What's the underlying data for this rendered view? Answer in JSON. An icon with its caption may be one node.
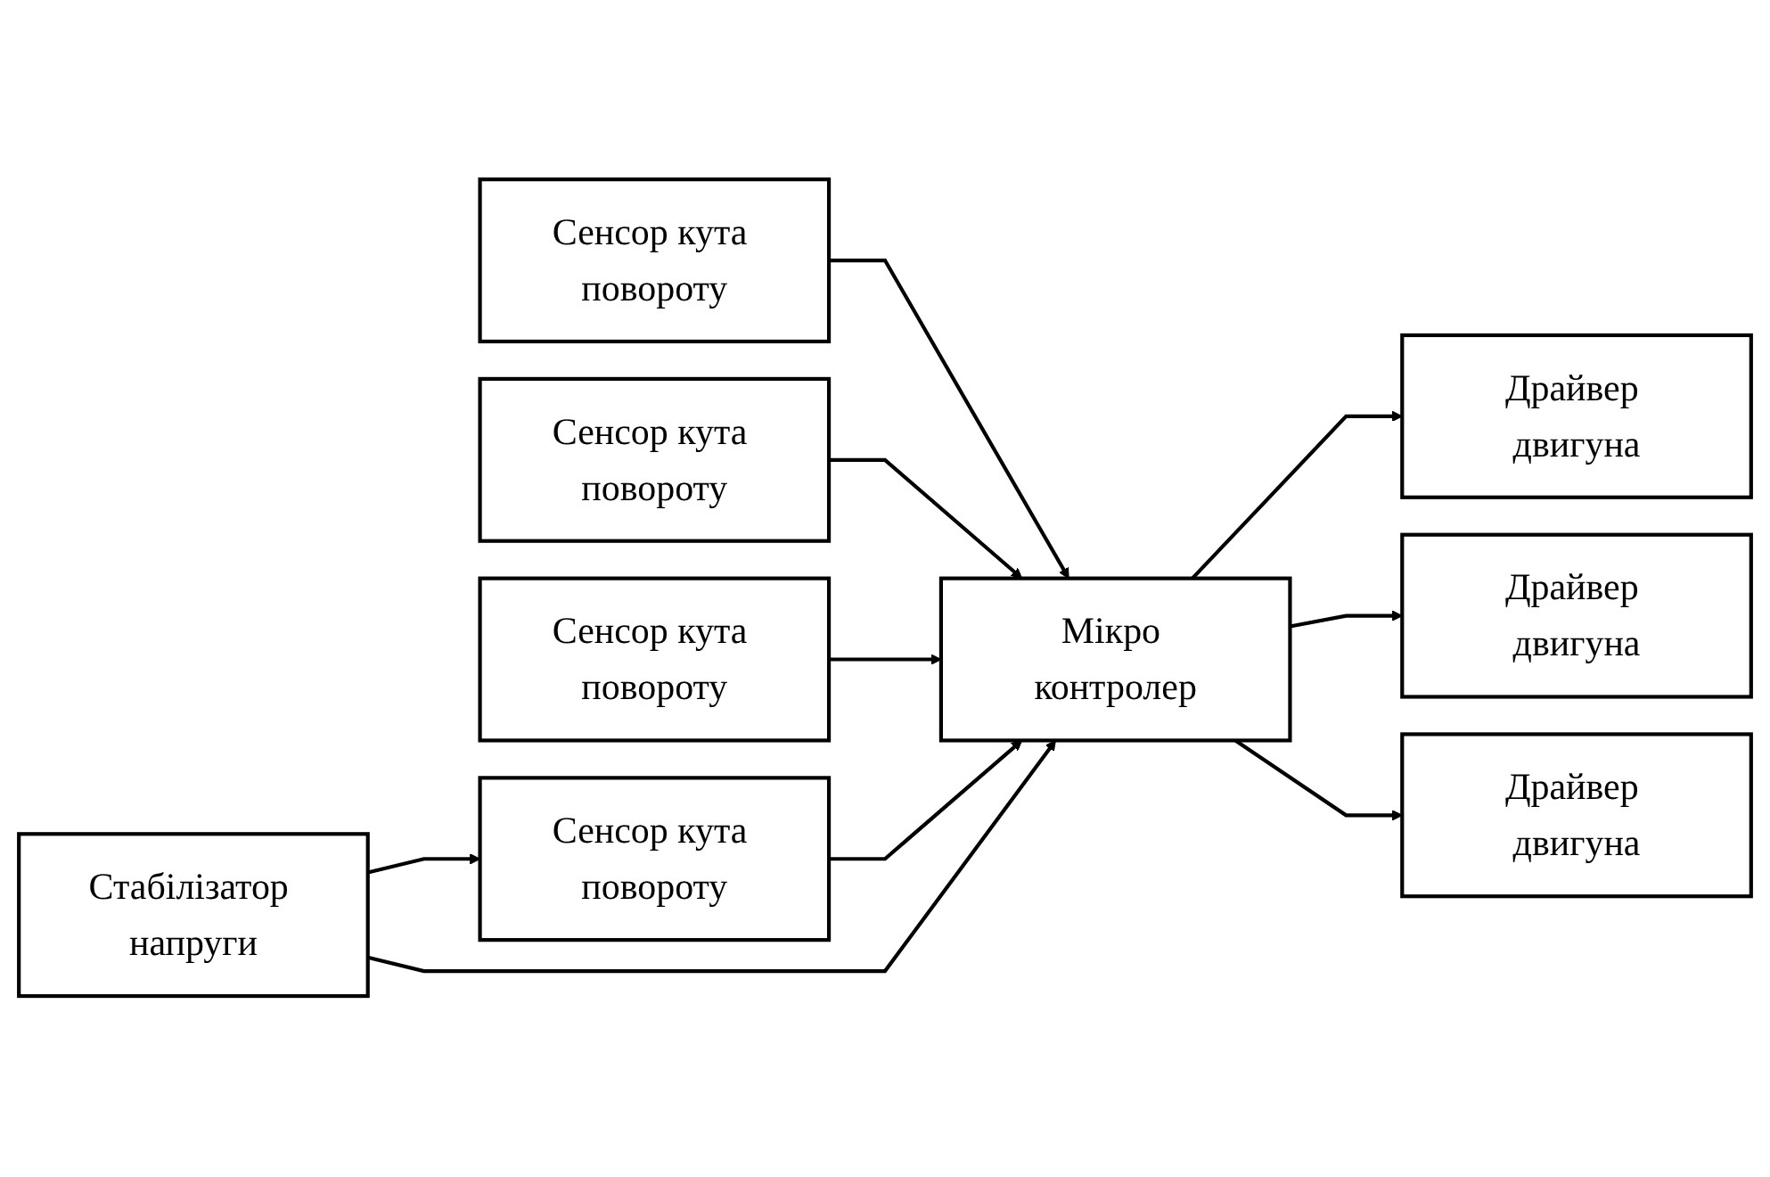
{
  "diagram": {
    "nodes": [
      {
        "text": [
          "Сенсор кута повороту"
        ]
      },
      {
        "text": [
          "Сенсор кута повороту"
        ]
      },
      {
        "text": [
          "Сенсор кута повороту"
        ]
      },
      {
        "text": [
          "Сенсор кута повороту"
        ]
      },
      {
        "text": [
          "Стабілізатор напруги"
        ]
      },
      {
        "text": [
          "Мікро контролер"
        ]
      },
      {
        "text": [
          "Драйвер двигуна"
        ]
      },
      {
        "text": [
          "Драйвер двигуна"
        ]
      },
      {
        "text": [
          "Драйвер двигуна"
        ]
      }
    ],
    "edges": [
      {
        "from": 0,
        "to": 5,
        "arrow": "to"
      },
      {
        "from": 1,
        "to": 5,
        "arrow": "to"
      },
      {
        "from": 2,
        "to": 5,
        "arrow": "to"
      },
      {
        "from": 3,
        "to": 5,
        "arrow": "to"
      },
      {
        "from": 4,
        "to": 3,
        "arrow": "to"
      },
      {
        "from": 4,
        "to": 5,
        "arrow": "to"
      },
      {
        "from": 5,
        "to": 6,
        "arrow": "to"
      },
      {
        "from": 5,
        "to": 7,
        "arrow": "to"
      },
      {
        "from": 5,
        "to": 8,
        "arrow": "to"
      }
    ]
  }
}
